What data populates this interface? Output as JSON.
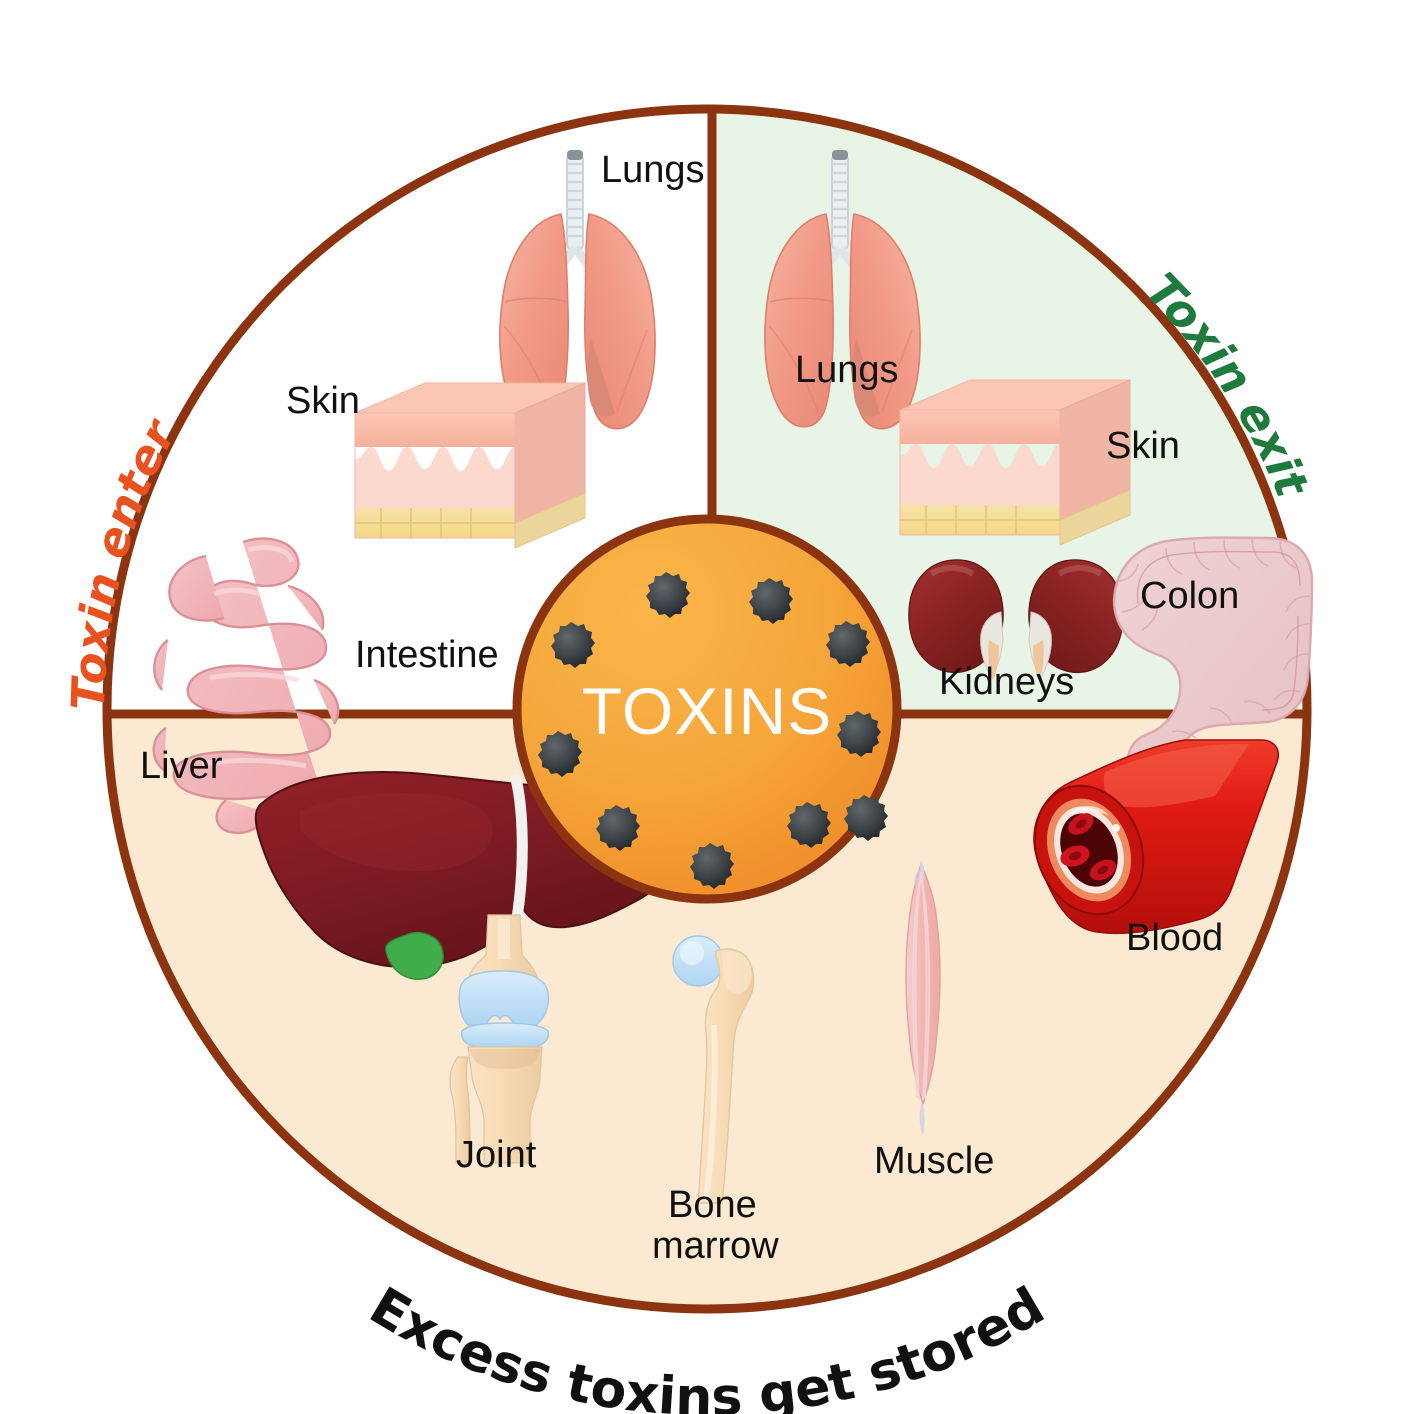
{
  "diagram": {
    "title_center": "TOXINS",
    "colors": {
      "border": "#8c3310",
      "enter_label": "#e8521e",
      "exit_label": "#1f7a3d",
      "stored_label": "#111111",
      "quadrant_enter_bg": "#ffffff",
      "quadrant_exit_bg": "#e8f5e6",
      "quadrant_stored_bg": "#fbe9d2",
      "center_orange": "#f5a93c",
      "center_orange_dark": "#ef8a2a",
      "toxin_particle": "#3a3f41"
    },
    "arc_labels": {
      "enter": "Toxin enter",
      "exit": "Toxin exit",
      "stored": "Excess toxins get stored"
    },
    "quadrants": [
      {
        "id": "toxin-enter",
        "label": "Toxin enter",
        "organs": [
          {
            "name": "lungs",
            "label": "Lungs"
          },
          {
            "name": "skin",
            "label": "Skin"
          },
          {
            "name": "intestine",
            "label": "Intestine"
          }
        ]
      },
      {
        "id": "toxin-exit",
        "label": "Toxin exit",
        "organs": [
          {
            "name": "lungs",
            "label": "Lungs"
          },
          {
            "name": "skin",
            "label": "Skin"
          },
          {
            "name": "kidneys",
            "label": "Kidneys"
          },
          {
            "name": "colon",
            "label": "Colon"
          }
        ]
      },
      {
        "id": "toxins-stored",
        "label": "Excess toxins get stored",
        "organs": [
          {
            "name": "liver",
            "label": "Liver"
          },
          {
            "name": "joint",
            "label": "Joint"
          },
          {
            "name": "bone-marrow",
            "label_line1": "Bone",
            "label_line2": "marrow"
          },
          {
            "name": "muscle",
            "label": "Muscle"
          },
          {
            "name": "blood",
            "label": "Blood"
          }
        ]
      }
    ],
    "center": {
      "text": "TOXINS",
      "particle_count": 10
    }
  }
}
